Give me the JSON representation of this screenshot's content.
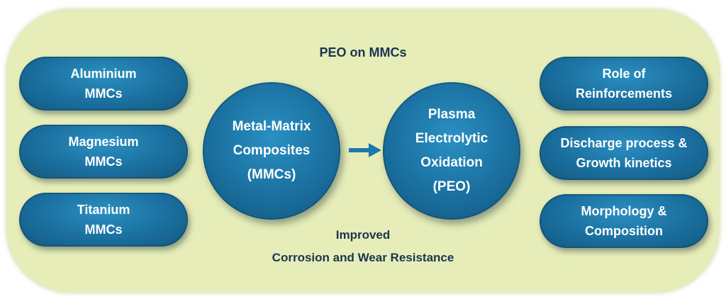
{
  "title": "PEO on MMCs",
  "left_items": [
    {
      "label": "Aluminium\nMMCs"
    },
    {
      "label": "Magnesium\nMMCs"
    },
    {
      "label": "Titanium\nMMCs"
    }
  ],
  "center": {
    "left_circle": "Metal-Matrix\nComposites\n(MMCs)",
    "right_circle": "Plasma\nElectrolytic\nOxidation\n(PEO)"
  },
  "right_items": [
    {
      "label": "Role of\nReinforcements"
    },
    {
      "label": "Discharge process &\nGrowth kinetics"
    },
    {
      "label": "Morphology &\nComposition"
    }
  ],
  "outcome": {
    "line1": "Improved",
    "line2": "Corrosion and Wear Resistance"
  },
  "colors": {
    "panel": "#e6edb8",
    "shape_blue": "#1a6f9f",
    "text_dark": "#1a3550",
    "arrow": "#1d79ad"
  }
}
